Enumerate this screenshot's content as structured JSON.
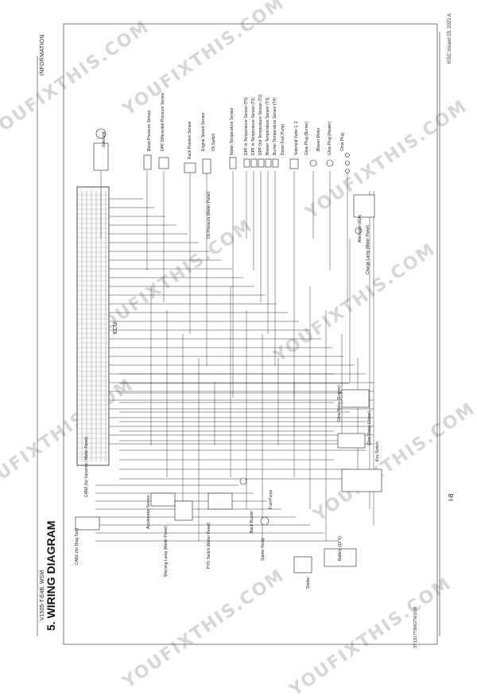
{
  "header": {
    "doc_id": "V1505-T-E4B, WSM",
    "section_tab": "INFORMATION"
  },
  "title": "5.  WIRING DIAGRAM",
  "page_number": "I-8",
  "issue": "KiSC issued 03, 2021 A",
  "drawing_code": "3Y1317TB0GTW1UB",
  "watermark": "YOUFIXTHIS.COM",
  "labels": {
    "ecu": "ECU",
    "solenoid": "Solenoid",
    "boost": "Boost Pressure Sensor",
    "diff": "DPF Differential Pressure Sensor",
    "rack": "Rack Position Sensor",
    "engine_speed": "Engine Speed Sensor",
    "oil_switch": "Oil Switch",
    "water_temp": "Water Temperature Sensor",
    "oil_pressure": "Oil Pressure (Meter Panel)",
    "t0": "DPF In Temperature Sensor (T0)",
    "t1": "DPF In Temperature Sensor (T1)",
    "t2": "DPF Out Temperature Sensor (T2)",
    "t3": "Blower Temperature Sensor (T3)",
    "t4": "Burner Temperature Sensor (T4)",
    "dosing": "Doser Fuel Pump",
    "solenoid_valve": "Solenoid Valve 1, 2",
    "glow_burner": "Glow Plug (Burner)",
    "blower": "Blower Motor",
    "glow_heater": "Glow Plug (Heater)",
    "glow_plug": "Glow Plug",
    "alternator": "Alternator (60A)",
    "charge_lamp": "Charge Lamp (Meter Panel)",
    "glow_relay_engine": "Glow Relay (Engine)",
    "glow_relay_doser": "Glow Relay (Doser)",
    "key_switch": "Key Switch",
    "can2": "CAN2 (for Variance / Meter Panel)",
    "can1": "CAN1 (for Diag Tool)",
    "accel": "Accelerator Sensor",
    "warning_lamp": "Warning Lamp (Meter Panel)",
    "pto": "PTO Switch (Meter Panel)",
    "back_buzzer": "Back Buzzer",
    "fuel_pump": "Fuel Pump",
    "starter_relay": "Starter Relay",
    "battery": "Battery (12 V)",
    "starter": "Starter"
  }
}
